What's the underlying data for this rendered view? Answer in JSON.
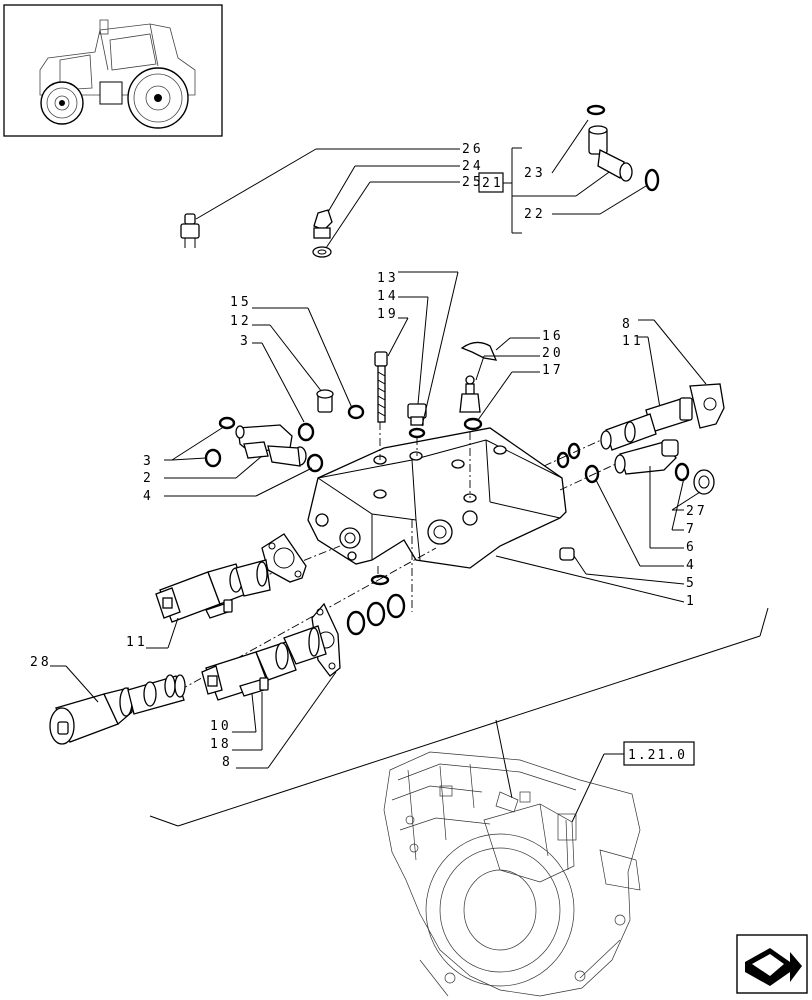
{
  "callouts": {
    "c26": "26",
    "c24": "24",
    "c25": "25",
    "c21": "21",
    "c23": "23",
    "c22": "22",
    "c13": "13",
    "c14": "14",
    "c19": "19",
    "c15": "15",
    "c12": "12",
    "c3a": "3",
    "c16": "16",
    "c20": "20",
    "c17": "17",
    "c8a": "8",
    "c11a": "11",
    "c3b": "3",
    "c2": "2",
    "c4a": "4",
    "c27": "27",
    "c7": "7",
    "c6": "6",
    "c4b": "4",
    "c5": "5",
    "c1": "1",
    "c11b": "11",
    "c28": "28",
    "c10": "10",
    "c18": "18",
    "c8b": "8"
  },
  "reference_box": "1.21.0",
  "icons": {
    "thumbnail": "tractor-thumbnail-icon",
    "nav": "next-page-arrow-icon"
  }
}
